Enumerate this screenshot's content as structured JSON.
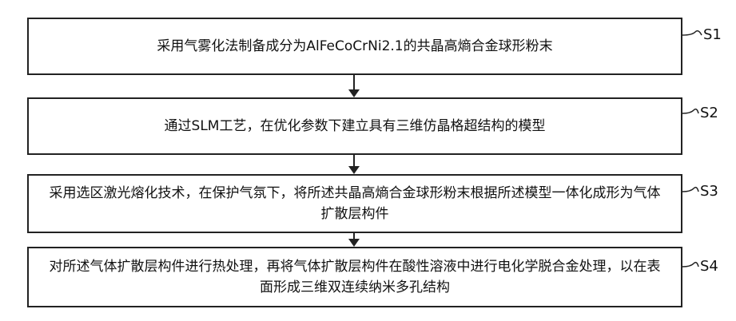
{
  "steps": [
    {
      "label": "S1",
      "text": "采用气雾化法制备成分为AlFeCoCrNi2.1的共晶高熵合金球形粉末"
    },
    {
      "label": "S2",
      "text": "通过SLM工艺，在优化参数下建立具有三维仿晶格超结构的模型"
    },
    {
      "label": "S3",
      "text": "采用选区激光熔化技术，在保护气氛下，将所述共晶高熵合金球形粉末根据所述模型一体化成形为气体扩散层构件"
    },
    {
      "label": "S4",
      "text": "对所述气体扩散层构件进行热处理，再将气体扩散层构件在酸性溶液中进行电化学脱合金处理，以在表面形成三维双连续纳米多孔结构"
    }
  ],
  "colors": {
    "line": "#222222",
    "text": "#111111",
    "background": "#ffffff"
  }
}
